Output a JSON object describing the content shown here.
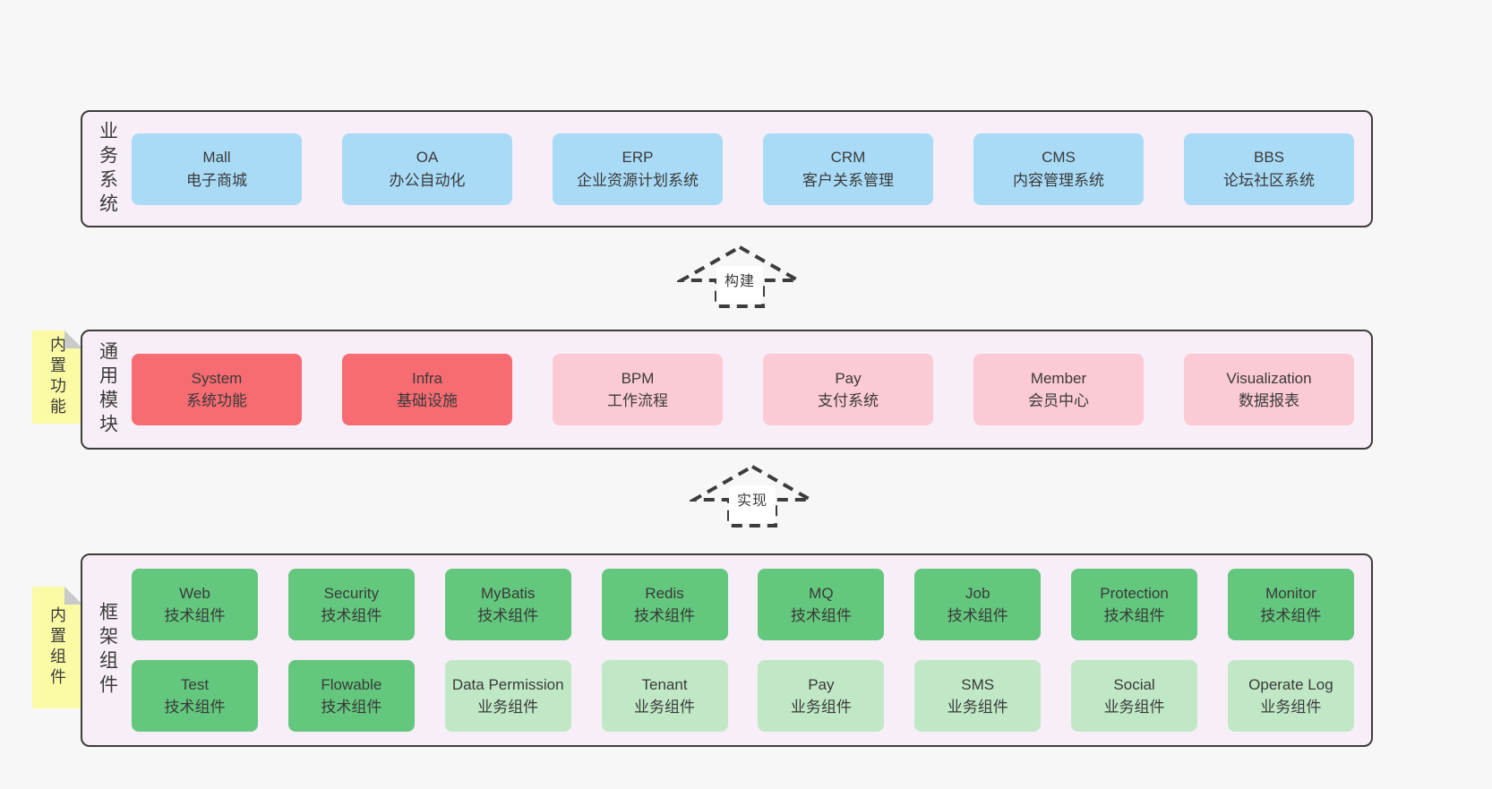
{
  "colors": {
    "page_background": "#f7f7f7",
    "band_background": "#f8eef7",
    "band_border": "#3d3d3d",
    "blue_box": "#a9dbf7",
    "red_box": "#f76c72",
    "pink_box": "#fccad4",
    "green_box": "#63c77d",
    "light_green_box": "#c0e8c6",
    "sticky_yellow": "#fbfba5",
    "sticky_fold_gray": "#c9c9c9",
    "text": "#3a3a3a"
  },
  "arrows": [
    {
      "label": "构建"
    },
    {
      "label": "实现"
    }
  ],
  "bands": [
    {
      "id": "business-systems",
      "label": "业务系统",
      "sticky": null,
      "rows": [
        [
          {
            "name": "Mall",
            "desc": "电子商城",
            "variant": "blue"
          },
          {
            "name": "OA",
            "desc": "办公自动化",
            "variant": "blue"
          },
          {
            "name": "ERP",
            "desc": "企业资源计划系统",
            "variant": "blue"
          },
          {
            "name": "CRM",
            "desc": "客户关系管理",
            "variant": "blue"
          },
          {
            "name": "CMS",
            "desc": "内容管理系统",
            "variant": "blue"
          },
          {
            "name": "BBS",
            "desc": "论坛社区系统",
            "variant": "blue"
          }
        ]
      ]
    },
    {
      "id": "common-modules",
      "label": "通用模块",
      "sticky": "内置功能",
      "rows": [
        [
          {
            "name": "System",
            "desc": "系统功能",
            "variant": "red"
          },
          {
            "name": "Infra",
            "desc": "基础设施",
            "variant": "red"
          },
          {
            "name": "BPM",
            "desc": "工作流程",
            "variant": "pink"
          },
          {
            "name": "Pay",
            "desc": "支付系统",
            "variant": "pink"
          },
          {
            "name": "Member",
            "desc": "会员中心",
            "variant": "pink"
          },
          {
            "name": "Visualization",
            "desc": "数据报表",
            "variant": "pink"
          }
        ]
      ]
    },
    {
      "id": "framework-components",
      "label": "框架组件",
      "sticky": "内置组件",
      "rows": [
        [
          {
            "name": "Web",
            "desc": "技术组件",
            "variant": "green"
          },
          {
            "name": "Security",
            "desc": "技术组件",
            "variant": "green"
          },
          {
            "name": "MyBatis",
            "desc": "技术组件",
            "variant": "green"
          },
          {
            "name": "Redis",
            "desc": "技术组件",
            "variant": "green"
          },
          {
            "name": "MQ",
            "desc": "技术组件",
            "variant": "green"
          },
          {
            "name": "Job",
            "desc": "技术组件",
            "variant": "green"
          },
          {
            "name": "Protection",
            "desc": "技术组件",
            "variant": "green"
          },
          {
            "name": "Monitor",
            "desc": "技术组件",
            "variant": "green"
          }
        ],
        [
          {
            "name": "Test",
            "desc": "技术组件",
            "variant": "green"
          },
          {
            "name": "Flowable",
            "desc": "技术组件",
            "variant": "green"
          },
          {
            "name": "Data Permission",
            "desc": "业务组件",
            "variant": "light_green"
          },
          {
            "name": "Tenant",
            "desc": "业务组件",
            "variant": "light_green"
          },
          {
            "name": "Pay",
            "desc": "业务组件",
            "variant": "light_green"
          },
          {
            "name": "SMS",
            "desc": "业务组件",
            "variant": "light_green"
          },
          {
            "name": "Social",
            "desc": "业务组件",
            "variant": "light_green"
          },
          {
            "name": "Operate Log",
            "desc": "业务组件",
            "variant": "light_green"
          }
        ]
      ]
    }
  ]
}
